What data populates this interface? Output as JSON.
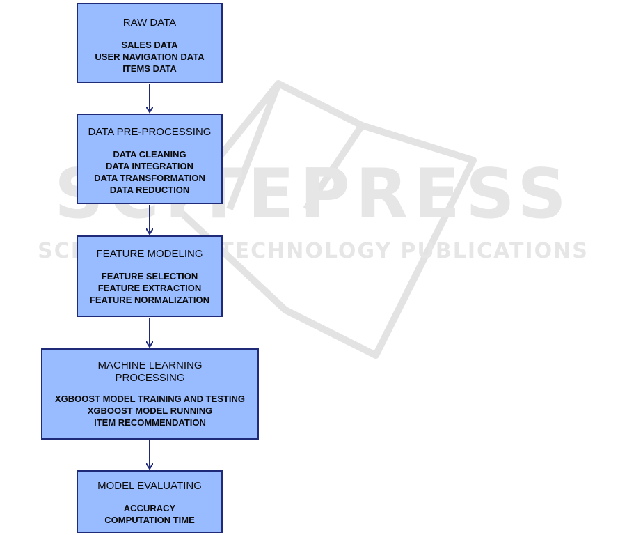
{
  "watermark": {
    "main": "SCITEPRESS",
    "sub": "SCIENCE AND TECHNOLOGY PUBLICATIONS"
  },
  "boxes": [
    {
      "title": "RAW DATA",
      "items": [
        "SALES DATA",
        "USER NAVIGATION DATA",
        "ITEMS DATA"
      ]
    },
    {
      "title": "DATA PRE-PROCESSING",
      "items": [
        "DATA CLEANING",
        "DATA INTEGRATION",
        "DATA TRANSFORMATION",
        "DATA REDUCTION"
      ]
    },
    {
      "title": "FEATURE MODELING",
      "items": [
        "FEATURE SELECTION",
        "FEATURE EXTRACTION",
        "FEATURE NORMALIZATION"
      ]
    },
    {
      "title_lines": [
        "MACHINE LEARNING",
        "PROCESSING"
      ],
      "items": [
        "XGBOOST MODEL TRAINING AND TESTING",
        "XGBOOST MODEL RUNNING",
        "ITEM RECOMMENDATION"
      ]
    },
    {
      "title": "MODEL EVALUATING",
      "items": [
        "ACCURACY",
        "COMPUTATION TIME"
      ]
    }
  ],
  "colors": {
    "box_fill": "#99bbff",
    "border": "#1f2a78",
    "arrow": "#1f2a78",
    "watermark": "#e6e6e6"
  }
}
